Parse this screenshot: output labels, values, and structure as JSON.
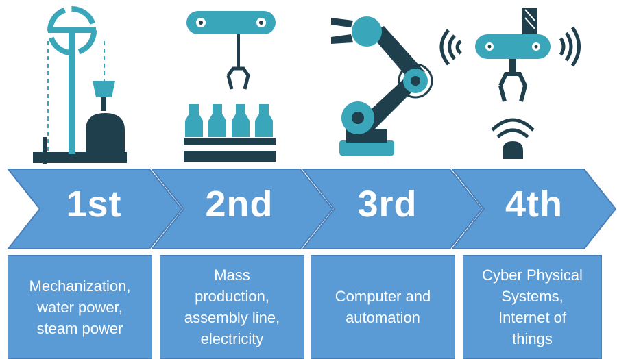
{
  "colors": {
    "teal": "#3aa6b9",
    "dark": "#1f3f4d",
    "arrow_fill": "#5b9bd5",
    "arrow_stroke": "#4a7fb8",
    "text": "#ffffff"
  },
  "stages": [
    {
      "ordinal": "1st",
      "description": "Mechanization,\nwater power,\nsteam power",
      "icon": "steam-engine-icon"
    },
    {
      "ordinal": "2nd",
      "description": "Mass\nproduction,\nassembly line,\nelectricity",
      "icon": "assembly-line-icon"
    },
    {
      "ordinal": "3rd",
      "description": "Computer and\nautomation",
      "icon": "robotic-arm-icon"
    },
    {
      "ordinal": "4th",
      "description": "Cyber Physical\nSystems,\nInternet of\nthings",
      "icon": "wireless-robot-icon"
    }
  ]
}
